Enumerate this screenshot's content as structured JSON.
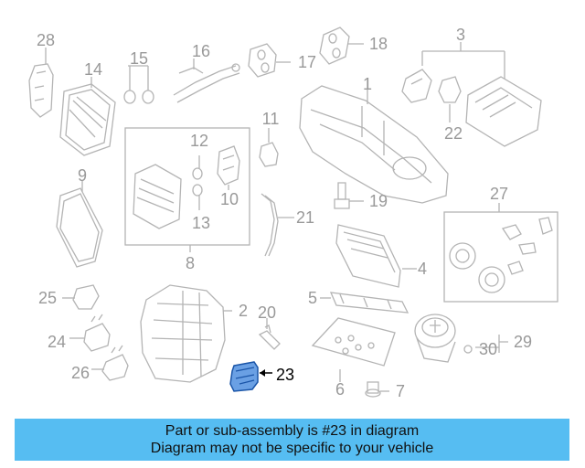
{
  "diagram": {
    "callouts": [
      {
        "id": "28",
        "text": "28"
      },
      {
        "id": "14",
        "text": "14"
      },
      {
        "id": "15",
        "text": "15"
      },
      {
        "id": "16",
        "text": "16"
      },
      {
        "id": "17",
        "text": "17"
      },
      {
        "id": "18",
        "text": "18"
      },
      {
        "id": "3",
        "text": "3"
      },
      {
        "id": "1",
        "text": "1"
      },
      {
        "id": "22",
        "text": "22"
      },
      {
        "id": "11",
        "text": "11"
      },
      {
        "id": "12",
        "text": "12"
      },
      {
        "id": "10",
        "text": "10"
      },
      {
        "id": "13",
        "text": "13"
      },
      {
        "id": "9",
        "text": "9"
      },
      {
        "id": "8",
        "text": "8"
      },
      {
        "id": "19",
        "text": "19"
      },
      {
        "id": "21",
        "text": "21"
      },
      {
        "id": "27",
        "text": "27"
      },
      {
        "id": "4",
        "text": "4"
      },
      {
        "id": "25",
        "text": "25"
      },
      {
        "id": "2",
        "text": "2"
      },
      {
        "id": "5",
        "text": "5"
      },
      {
        "id": "20",
        "text": "20"
      },
      {
        "id": "24",
        "text": "24"
      },
      {
        "id": "29",
        "text": "29"
      },
      {
        "id": "30",
        "text": "30"
      },
      {
        "id": "26",
        "text": "26"
      },
      {
        "id": "23",
        "text": "23"
      },
      {
        "id": "6",
        "text": "6"
      },
      {
        "id": "7",
        "text": "7"
      }
    ],
    "highlighted_part": "23",
    "colors": {
      "part_line": "#b4b4b4",
      "highlight": "#3a7fd5",
      "caption_bg": "#56bdf2"
    }
  },
  "caption": {
    "line1": "Part or sub-assembly is #23 in diagram",
    "line2": "Diagram may not be specific to your vehicle"
  }
}
